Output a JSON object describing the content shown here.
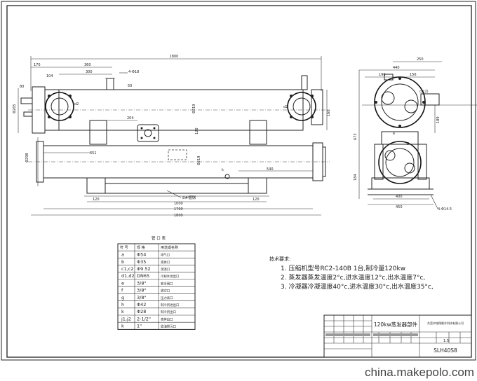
{
  "dimensions": {
    "d1800": "1800",
    "d170": "170",
    "d360": "360",
    "d104": "104",
    "d300": "300",
    "d4d18": "4-Φ18",
    "d80": "80",
    "d50": "50",
    "d265": "Φ265",
    "d2left": "d2",
    "d219a": "Φ219",
    "d2right": "d2",
    "d160": "160",
    "d204": "204",
    "d120mid": "120",
    "d651": "651",
    "d298": "Φ298",
    "d219b": "Φ219",
    "k": "k",
    "d540": "540",
    "d120a": "120",
    "d1000": "1000",
    "d120b": "120",
    "d1700": "1700",
    "d1800b": "1800",
    "d250": "250",
    "d440": "440",
    "d196": "196",
    "d156": "156",
    "c12": "c(c2)",
    "d189": "189",
    "d673": "673",
    "d184": "184",
    "d400": "400",
    "d450": "450",
    "d4d145": "4-Φ14.5",
    "e": "e",
    "g": "g",
    "f": "f"
  },
  "label_rod": "8#槽钢",
  "nozzle_table": {
    "title": "管 口 表",
    "headers": [
      "符 号",
      "规 格",
      "用途或名称"
    ],
    "rows": [
      [
        "a",
        "Φ54",
        "排气口"
      ],
      [
        "b",
        "Φ35",
        "液体口"
      ],
      [
        "c1,c2",
        "Φ9.52",
        "测温口"
      ],
      [
        "d1,d2",
        "DN65",
        "冷却水进出口"
      ],
      [
        "e",
        "3/8\"",
        "安全阀口"
      ],
      [
        "f",
        "3/8\"",
        "放空口"
      ],
      [
        "g",
        "3/8\"",
        "压力表口"
      ],
      [
        "h",
        "Φ42",
        "制冷剂进出口"
      ],
      [
        "k",
        "Φ28",
        "制冷剂出口"
      ],
      [
        "j1,j2",
        "2-1/2\"",
        "液体出口"
      ],
      [
        "k",
        "1\"",
        "放油排污口"
      ]
    ]
  },
  "notes": {
    "title": "技术要求:",
    "items": [
      "1. 压缩机型号RC2-140B 1台,制冷量120kw",
      "2. 蒸发器蒸发温度2°c,进水温度12°c,出水温度7°c,",
      "3. 冷凝器冷凝温度40°c,进水温度30°c,出水温度35°c,"
    ]
  },
  "title_block": {
    "company": "东莞市铭翔制冷科技有限公司",
    "drawing_name": "120kw蒸发器部件",
    "scale": "1:5",
    "drawing_no": "SLH40S8"
  },
  "watermark": "china.makepolo.com"
}
